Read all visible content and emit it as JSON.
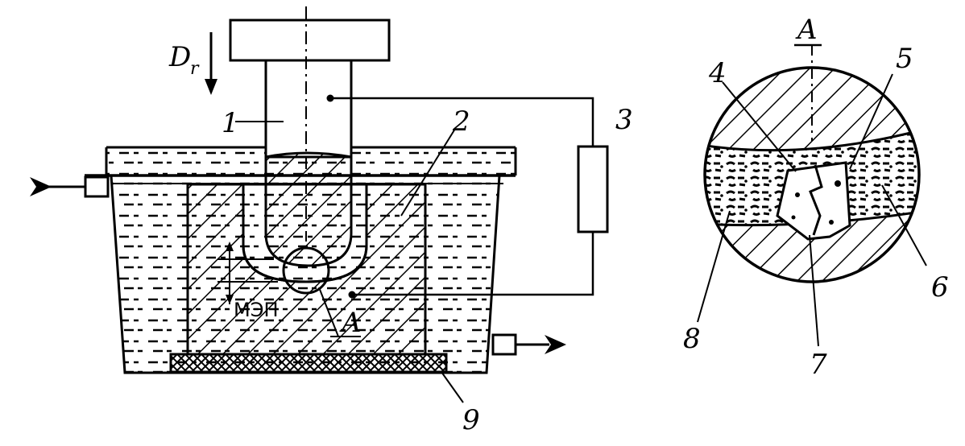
{
  "labels": {
    "n1": "1",
    "n2": "2",
    "n3": "3",
    "n4": "4",
    "n5": "5",
    "n6": "6",
    "n7": "7",
    "n8": "8",
    "n9": "9",
    "feed_main": "D",
    "feed_sub": "r",
    "zone_mark": "A",
    "section_mark": "A",
    "mep": "МЭП"
  }
}
